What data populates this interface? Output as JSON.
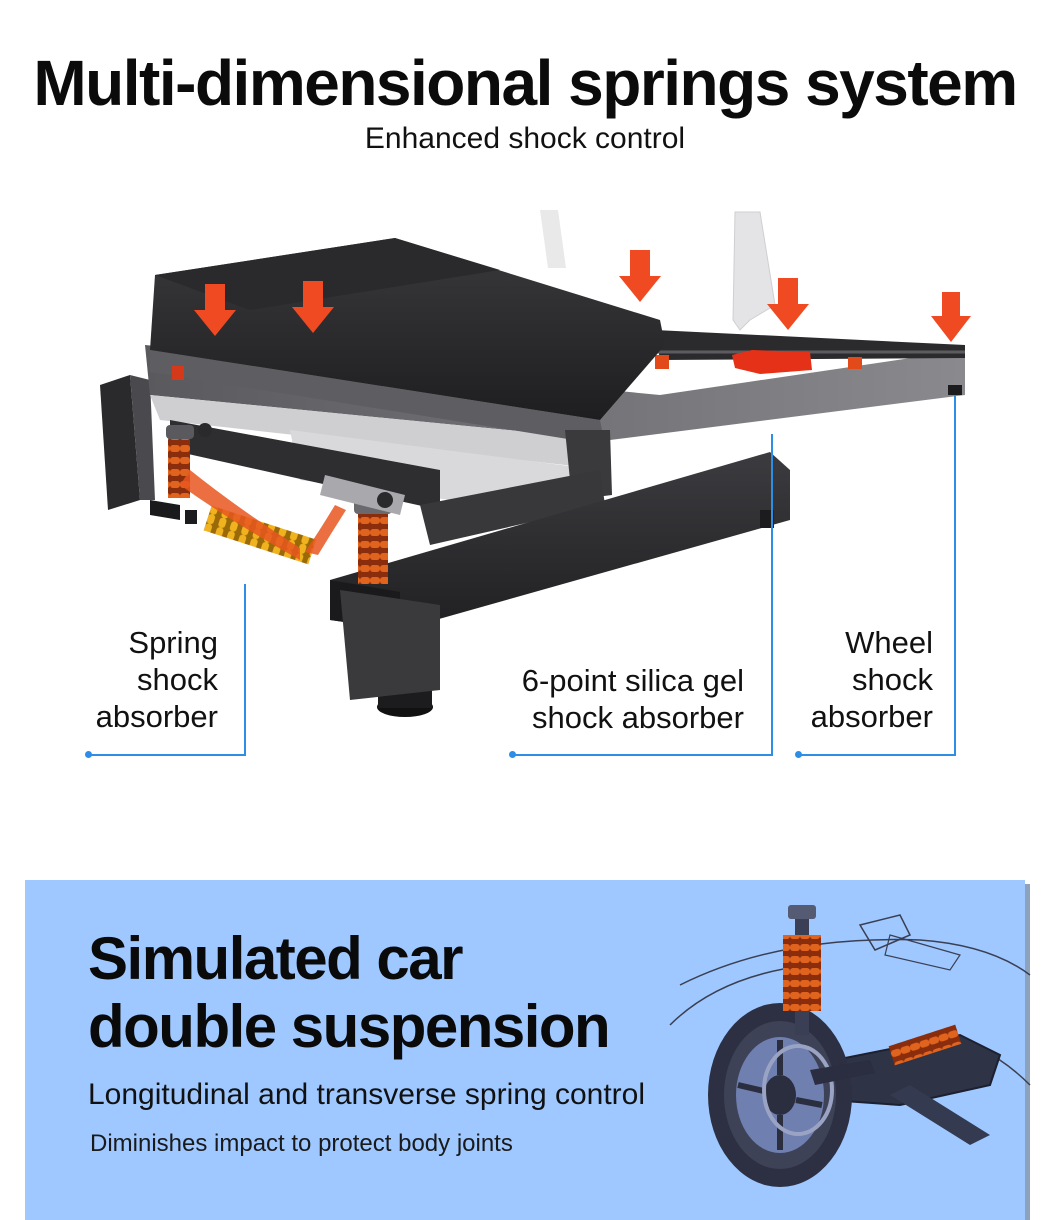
{
  "header": {
    "title": "Multi-dimensional springs system",
    "subtitle": "Enhanced shock control"
  },
  "callouts": {
    "spring": {
      "line1": "Spring",
      "line2": "shock",
      "line3": "absorber"
    },
    "silica": {
      "line1": "6-point silica gel",
      "line2": "shock absorber"
    },
    "wheel": {
      "line1": "Wheel",
      "line2": "shock",
      "line3": "absorber"
    }
  },
  "suspension": {
    "title_line1": "Simulated car",
    "title_line2": "double suspension",
    "subtitle": "Longitudinal and transverse spring control",
    "description": "Diminishes impact to protect body joints"
  },
  "colors": {
    "arrow": "#f04a22",
    "spring": "#d2541a",
    "callout_line": "#2e8ee6",
    "panel_bg": "#9ec8ff",
    "frame": "#2c2c2e"
  },
  "icons": [
    "down-arrow-icon"
  ]
}
